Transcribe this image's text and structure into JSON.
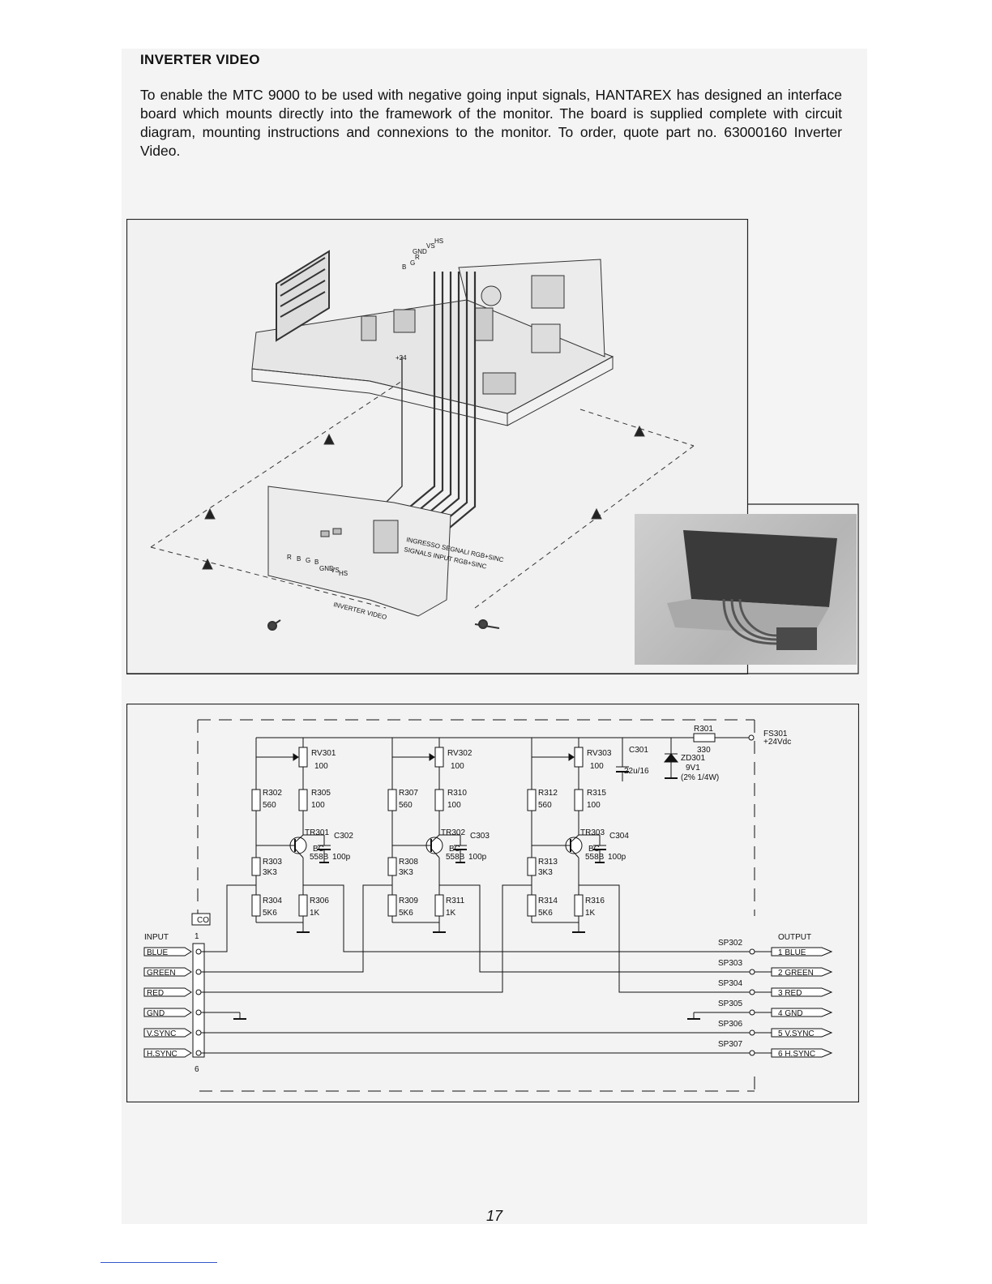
{
  "heading": "INVERTER VIDEO",
  "paragraph": "To enable the MTC 9000 to be used with negative going input signals, HANTAREX has designed an interface board which mounts directly into the framework of the monitor. The board is supplied complete with circuit diagram, mounting instructions and connexions to the monitor. To order, quote part no. 63000160 Inverter Video.",
  "assembly": {
    "wire_labels_top": [
      "GND",
      "VS",
      "HS",
      "R",
      "G",
      "B"
    ],
    "wire_labels_board": [
      "R",
      "B",
      "G",
      "B",
      "GND",
      "VS",
      "HS"
    ],
    "plus24": "+24",
    "board_label_1": "INGRESSO SEGNALI RGB+SINC",
    "board_label_2": "SIGNALS INPUT RGB+SINC",
    "board_name": "INVERTER VIDEO"
  },
  "schematic": {
    "connector_label": "CO",
    "input_label": "INPUT",
    "output_label": "OUTPUT",
    "pin_first": "1",
    "pin_last": "6",
    "inputs": [
      "BLUE",
      "GREEN",
      "RED",
      "GND",
      "V.SYNC",
      "H.SYNC"
    ],
    "outputs": [
      "1 BLUE",
      "2 GREEN",
      "3 RED",
      "4 GND",
      "5 V.SYNC",
      "6 H.SYNC"
    ],
    "output_points": [
      "SP302",
      "SP303",
      "SP304",
      "SP305",
      "SP306",
      "SP307"
    ],
    "r301": "R301",
    "r301_value": "330",
    "fs301": "FS301",
    "supply": "+24Vdc",
    "c301": "C301",
    "c301_value": "22u/16",
    "zd301": "ZD301",
    "zd301_value": "9V1",
    "zd301_rating": "(2% 1/4W)",
    "stages": [
      {
        "rv": "RV301",
        "rv_val": "100",
        "ra": "R302",
        "ra_val": "560",
        "rb": "R305",
        "rb_val": "100",
        "tr": "TR301",
        "tr_type1": "BC",
        "tr_type2": "558B",
        "c": "C302",
        "c_val": "100p",
        "rc": "R303",
        "rc_val": "3K3",
        "rd": "R304",
        "rd_val": "5K6",
        "re": "R306",
        "re_val": "1K"
      },
      {
        "rv": "RV302",
        "rv_val": "100",
        "ra": "R307",
        "ra_val": "560",
        "rb": "R310",
        "rb_val": "100",
        "tr": "TR302",
        "tr_type1": "BC",
        "tr_type2": "558B",
        "c": "C303",
        "c_val": "100p",
        "rc": "R308",
        "rc_val": "3K3",
        "rd": "R309",
        "rd_val": "5K6",
        "re": "R311",
        "re_val": "1K"
      },
      {
        "rv": "RV303",
        "rv_val": "100",
        "ra": "R312",
        "ra_val": "560",
        "rb": "R315",
        "rb_val": "100",
        "tr": "TR303",
        "tr_type1": "BC",
        "tr_type2": "558B",
        "c": "C304",
        "c_val": "100p",
        "rc": "R313",
        "rc_val": "3K3",
        "rd": "R314",
        "rd_val": "5K6",
        "re": "R316",
        "re_val": "1K"
      }
    ]
  },
  "page_number": "17"
}
